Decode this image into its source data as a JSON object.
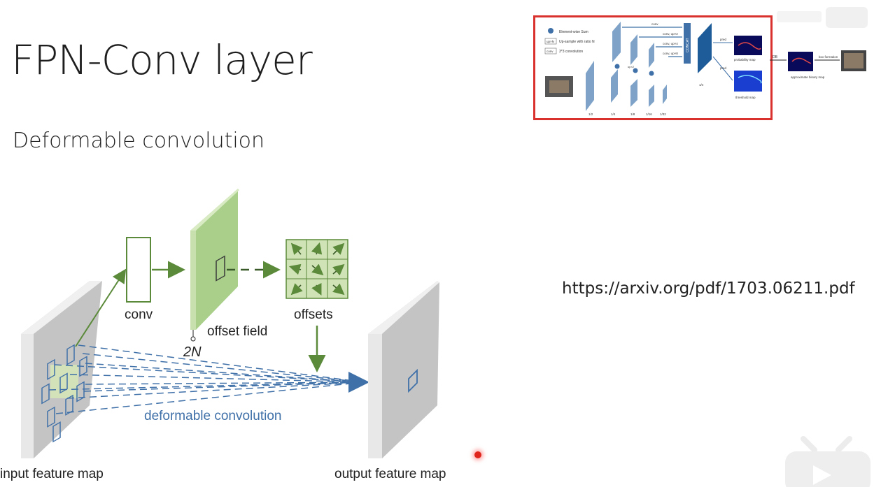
{
  "slide": {
    "title": "FPN-Conv layer",
    "subtitle": "Deformable convolution",
    "link": "https://arxiv.org/pdf/1703.06211.pdf"
  },
  "diagram": {
    "conv": "conv",
    "offset_field": "offset field",
    "two_n": "2N",
    "offsets": "offsets",
    "deformable": "deformable convolution",
    "input_map": "input feature map",
    "output_map": "output feature map"
  },
  "thumbnail": {
    "legend_sum": "Element-wise Sum",
    "legend_up_key": "up×N",
    "legend_up": "Up-sample with ratio N",
    "legend_conv_key": "conv",
    "legend_conv": "3*3 convolution",
    "concat": "CONCAT",
    "conv_a": "conv",
    "conv_b": "conv, up×2",
    "conv_c": "conv, up×4",
    "conv_d": "conv, up×8",
    "up2": "up×2",
    "scale_1_2": "1/2",
    "scale_1_4": "1/4",
    "scale_1_8": "1/8",
    "scale_1_16": "1/16",
    "scale_1_32": "1/32",
    "scale_1_4b": "1/4",
    "pred1": "pred",
    "pred2": "pred",
    "prob_map": "probability map",
    "thresh_map": "threshold map",
    "db": "DB",
    "approx": "approximate binary map",
    "box": "box formation"
  },
  "colors": {
    "accent_blue": "#3f70a8",
    "green": "#5b8a3a",
    "border_red": "#d9312e"
  }
}
